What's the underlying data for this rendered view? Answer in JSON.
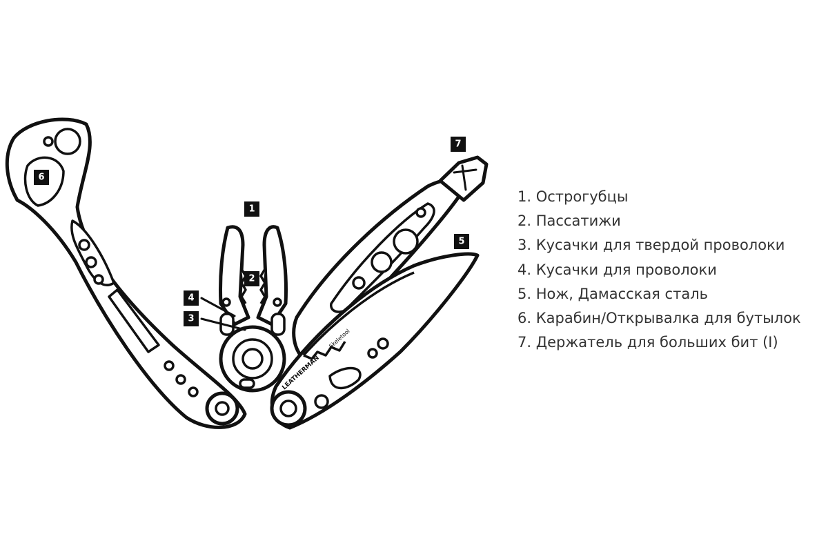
{
  "brand_text": "LEATHERMAN",
  "model_text": "Skeletool",
  "badges": [
    "1",
    "2",
    "3",
    "4",
    "5",
    "6",
    "7"
  ],
  "legend": [
    "1. Острогубцы",
    "2. Пассатижи",
    "3. Кусачки для твердой проволоки",
    "4. Кусачки для проволоки",
    "5. Нож, Дамасская сталь",
    "6. Карабин/Открывалка для бутылок",
    "7. Держатель для больших бит (I)"
  ]
}
